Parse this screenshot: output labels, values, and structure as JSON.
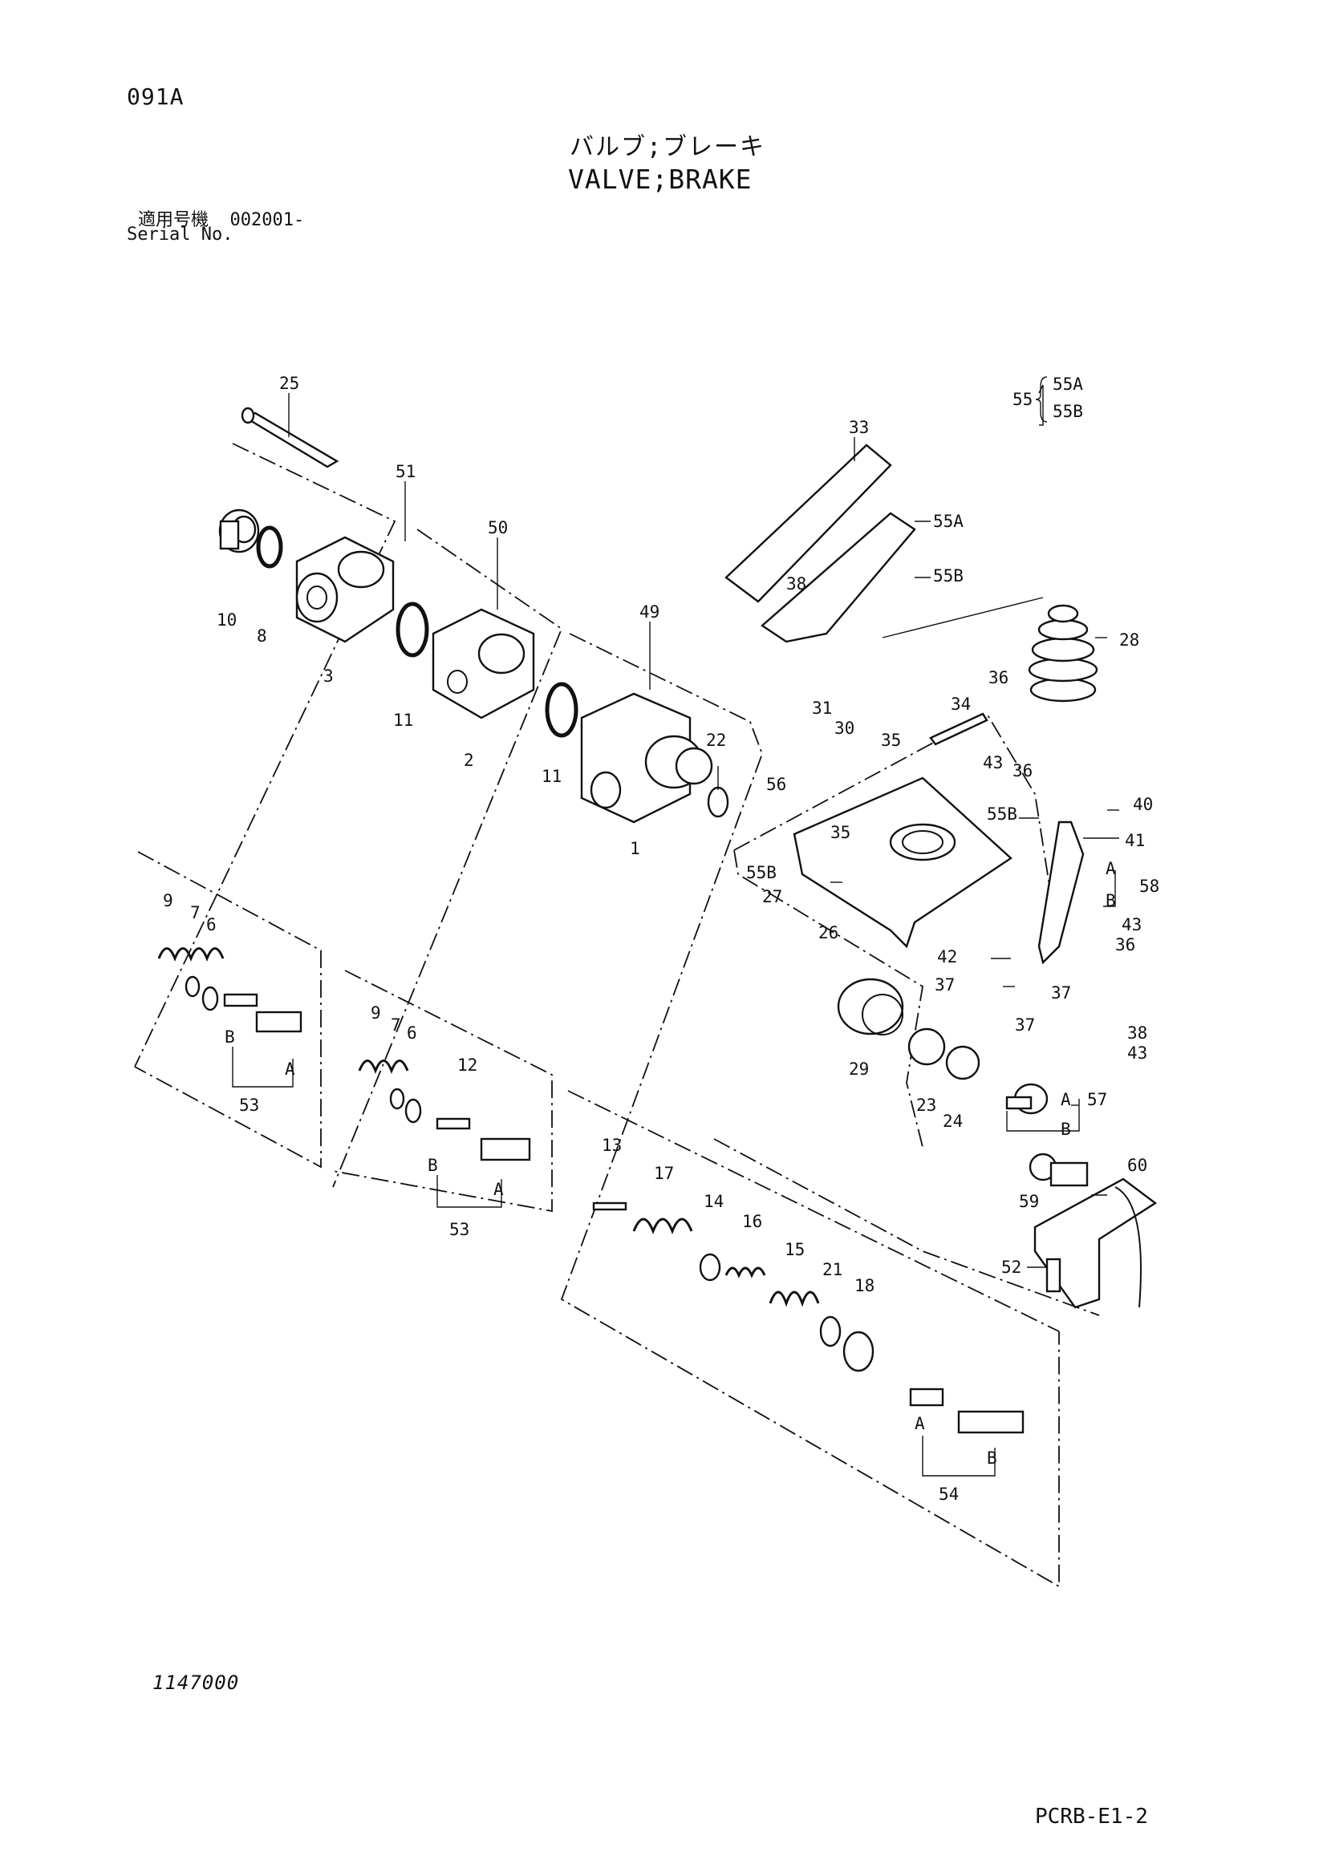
{
  "page_code": "091A",
  "title_jp": "バルブ;ブレーキ",
  "title_en": "VALVE;BRAKE",
  "serial_label_jp": "適用号機",
  "serial_value": "002001-",
  "serial_label_en": "Serial No.",
  "figure_number": "1147000",
  "page_id": "PCRB-E1-2",
  "legend": {
    "group": "55",
    "items": [
      "55A",
      "55B"
    ]
  },
  "callouts": [
    "25",
    "51",
    "50",
    "49",
    "10",
    "8",
    "3",
    "11",
    "2",
    "11",
    "1",
    "22",
    "9",
    "7",
    "6",
    "B",
    "A",
    "53",
    "9",
    "7",
    "6",
    "12",
    "B",
    "A",
    "53",
    "13",
    "17",
    "14",
    "16",
    "15",
    "21",
    "18",
    "A",
    "B",
    "54",
    "33",
    "55A",
    "38",
    "55B",
    "28",
    "36",
    "34",
    "31",
    "30",
    "35",
    "56",
    "43",
    "36",
    "55B",
    "40",
    "41",
    "A",
    "B",
    "58",
    "35",
    "55B",
    "27",
    "26",
    "43",
    "36",
    "42",
    "37",
    "37",
    "37",
    "29",
    "23",
    "24",
    "38",
    "43",
    "A",
    "57",
    "B",
    "60",
    "59",
    "52"
  ]
}
